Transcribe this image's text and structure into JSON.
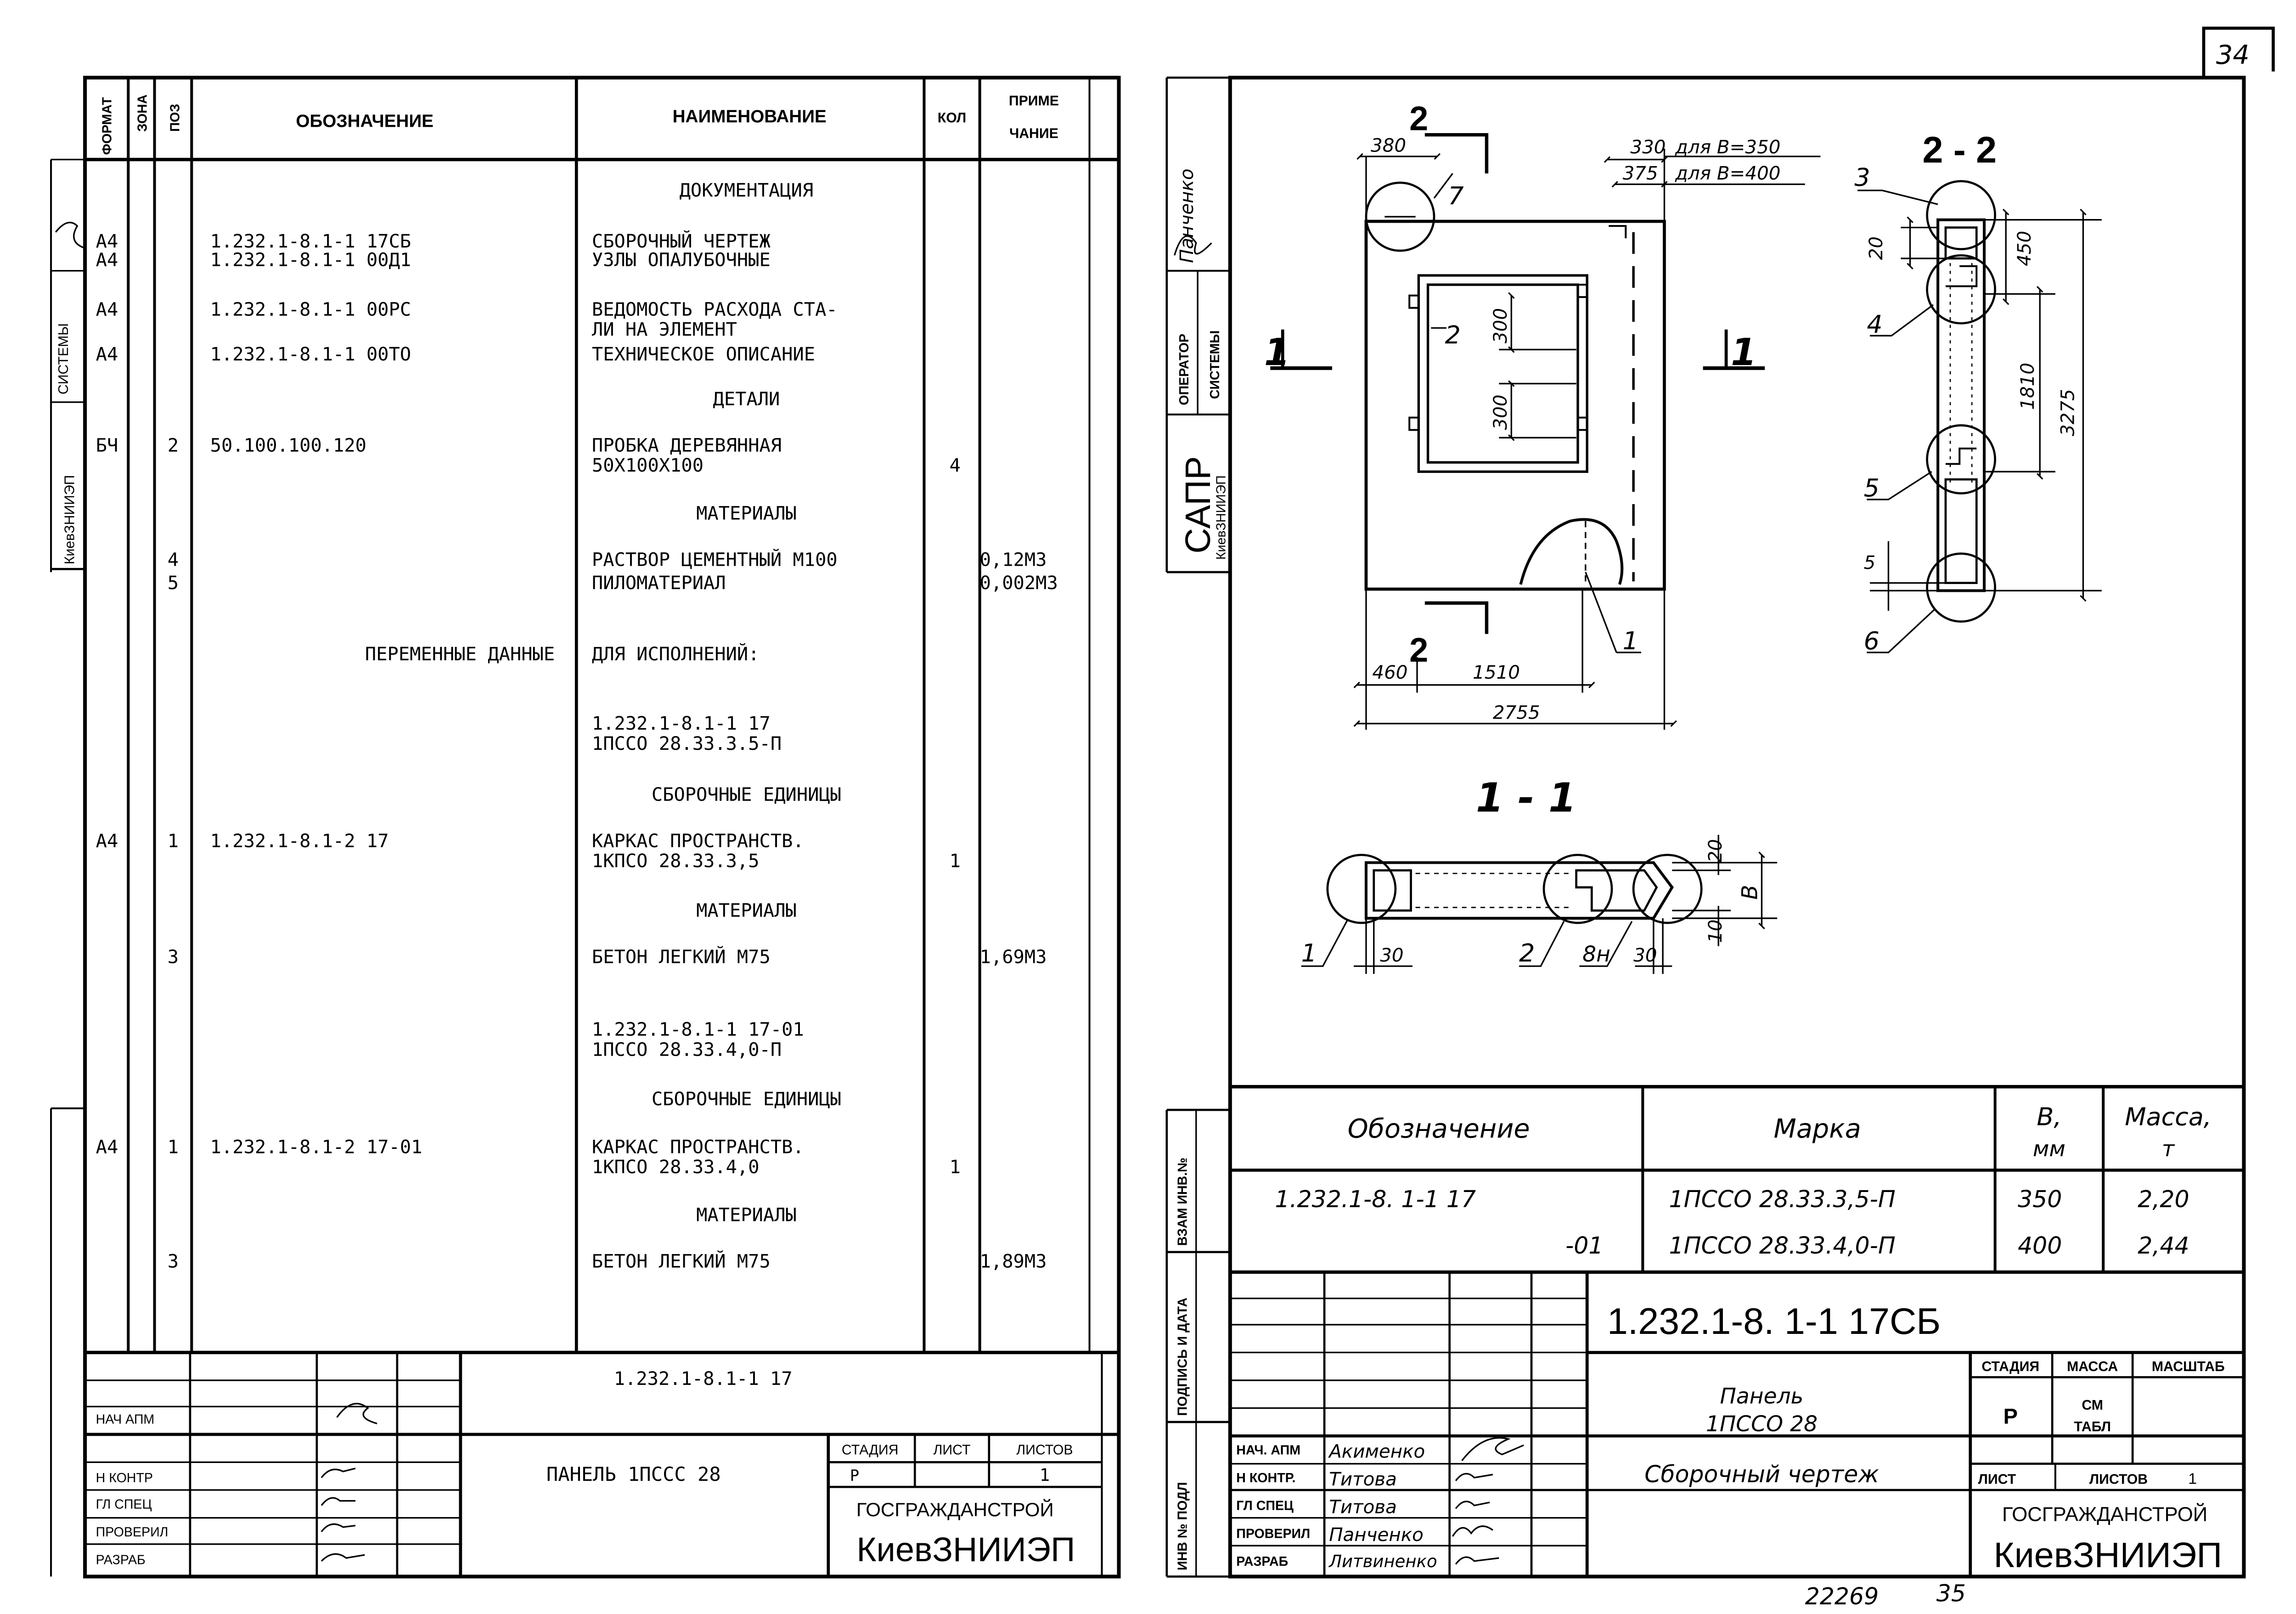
{
  "page_number": "34",
  "bottom_numbers": [
    "22269",
    "35"
  ],
  "left": {
    "headers": {
      "format": "ФОРМАТ",
      "zone": "ЗОНА",
      "pos": "ПОЗ",
      "designation": "ОБОЗНАЧЕНИЕ",
      "name": "НАИМЕНОВАНИЕ",
      "qty": "КОЛ",
      "note1": "ПРИМЕ",
      "note2": "ЧАНИЕ"
    },
    "side_labels": {
      "system": "СИСТЕМЫ",
      "org": "КиевЗНИИЭП"
    },
    "rows": [
      {
        "fmt": "",
        "pos": "",
        "des": "",
        "name": [
          "ДОКУМЕНТАЦИЯ"
        ],
        "qty": "",
        "note": "",
        "center": true
      },
      {
        "fmt": "А4",
        "pos": "",
        "des": "1.232.1-8.1-1 17СБ",
        "name": [
          "СБОРОЧНЫЙ ЧЕРТЕЖ"
        ],
        "qty": "",
        "note": ""
      },
      {
        "fmt": "А4",
        "pos": "",
        "des": "1.232.1-8.1-1 00Д1",
        "name": [
          "УЗЛЫ ОПАЛУБОЧНЫЕ"
        ],
        "qty": "",
        "note": ""
      },
      {
        "fmt": "А4",
        "pos": "",
        "des": "1.232.1-8.1-1 00РС",
        "name": [
          "ВЕДОМОСТЬ РАСХОДА СТА-",
          "ЛИ НА ЭЛЕМЕНТ"
        ],
        "qty": "",
        "note": ""
      },
      {
        "fmt": "А4",
        "pos": "",
        "des": "1.232.1-8.1-1 00ТО",
        "name": [
          "ТЕХНИЧЕСКОЕ ОПИСАНИЕ"
        ],
        "qty": "",
        "note": ""
      },
      {
        "fmt": "",
        "pos": "",
        "des": "",
        "name": [
          "ДЕТАЛИ"
        ],
        "qty": "",
        "note": "",
        "center": true
      },
      {
        "fmt": "БЧ",
        "pos": "2",
        "des": "50.100.100.120",
        "name": [
          "ПРОБКА ДЕРЕВЯННАЯ",
          " 50Х100Х100"
        ],
        "qty": "4",
        "note": ""
      },
      {
        "fmt": "",
        "pos": "",
        "des": "",
        "name": [
          "МАТЕРИАЛЫ"
        ],
        "qty": "",
        "note": "",
        "center": true
      },
      {
        "fmt": "",
        "pos": "4",
        "des": "",
        "name": [
          "РАСТВОР ЦЕМЕНТНЫЙ М100"
        ],
        "qty": "",
        "note": "0,12М3"
      },
      {
        "fmt": "",
        "pos": "5",
        "des": "",
        "name": [
          "ПИЛОМАТЕРИАЛ"
        ],
        "qty": "",
        "note": "0,002М3"
      },
      {
        "fmt": "",
        "pos": "",
        "des": "ПЕРЕМЕННЫЕ ДАННЫЕ",
        "name": [
          "ДЛЯ ИСПОЛНЕНИЙ:"
        ],
        "qty": "",
        "note": "",
        "desRight": true
      },
      {
        "fmt": "",
        "pos": "",
        "des": "",
        "name": [
          "1.232.1-8.1-1 17",
          " 1ПССО 28.33.3.5-П"
        ],
        "qty": "",
        "note": ""
      },
      {
        "fmt": "",
        "pos": "",
        "des": "",
        "name": [
          "СБОРОЧНЫЕ ЕДИНИЦЫ"
        ],
        "qty": "",
        "note": "",
        "center": true
      },
      {
        "fmt": "А4",
        "pos": "1",
        "des": "1.232.1-8.1-2 17",
        "name": [
          "КАРКАС ПРОСТРАНСТВ.",
          " 1КПСО 28.33.3,5"
        ],
        "qty": "1",
        "note": ""
      },
      {
        "fmt": "",
        "pos": "",
        "des": "",
        "name": [
          "МАТЕРИАЛЫ"
        ],
        "qty": "",
        "note": "",
        "center": true
      },
      {
        "fmt": "",
        "pos": "3",
        "des": "",
        "name": [
          "БЕТОН ЛЕГКИЙ М75"
        ],
        "qty": "",
        "note": "1,69М3"
      },
      {
        "fmt": "",
        "pos": "",
        "des": "",
        "name": [
          "1.232.1-8.1-1 17-01",
          " 1ПССО 28.33.4,0-П"
        ],
        "qty": "",
        "note": ""
      },
      {
        "fmt": "",
        "pos": "",
        "des": "",
        "name": [
          "СБОРОЧНЫЕ ЕДИНИЦЫ"
        ],
        "qty": "",
        "note": "",
        "center": true
      },
      {
        "fmt": "А4",
        "pos": "1",
        "des": "1.232.1-8.1-2 17-01",
        "name": [
          "КАРКАС ПРОСТРАНСТВ.",
          " 1КПСО 28.33.4,0"
        ],
        "qty": "1",
        "note": ""
      },
      {
        "fmt": "",
        "pos": "",
        "des": "",
        "name": [
          "МАТЕРИАЛЫ"
        ],
        "qty": "",
        "note": "",
        "center": true
      },
      {
        "fmt": "",
        "pos": "3",
        "des": "",
        "name": [
          "БЕТОН ЛЕГКИЙ М75"
        ],
        "qty": "",
        "note": "1,89М3"
      }
    ],
    "stamp": {
      "code": "1.232.1-8.1-1 17",
      "title": "ПАНЕЛЬ 1ПССС 28",
      "roles": [
        "НАЧ АПМ",
        "Н КОНТР",
        "ГЛ СПЕЦ",
        "ПРОВЕРИЛ",
        "РАЗРАБ"
      ],
      "stage_hdr": "СТАДИЯ",
      "sheet_hdr": "ЛИСТ",
      "sheets_hdr": "ЛИСТОВ",
      "stage": "Р",
      "sheets": "1",
      "org1": "ГОСГРАЖДАНСТРОЙ",
      "org2": "КиевЗНИИЭП"
    }
  },
  "right": {
    "side": {
      "name": "Панченко",
      "operator": "ОПЕРАТОР",
      "system": "СИСТЕМЫ",
      "sapr": "САПР",
      "org": "КиевЗНИИЭП",
      "f1": "ВЗАМ ИНВ.№",
      "f2": "ПОДПИСЬ И ДАТА",
      "f3": "ИНВ № ПОДЛ"
    },
    "drawing": {
      "sec2": "2",
      "sec1": "1",
      "sec1title": "1 - 1",
      "sec22title": "2 - 2",
      "d380": "380",
      "d330": "330",
      "note330": "для В=350",
      "d375": "375",
      "note375": "для В=400",
      "d300a": "300",
      "d300b": "300",
      "d460": "460",
      "d1510": "1510",
      "d2755": "2755",
      "d20a": "20",
      "d450": "450",
      "d1810": "1810",
      "d3275": "3275",
      "d5": "5",
      "d20b": "20",
      "dB": "В",
      "d10": "10",
      "d30a": "30",
      "d30b": "30",
      "c7": "7",
      "c2": "2",
      "c1": "1",
      "c3": "3",
      "c4": "4",
      "c5": "5",
      "c6": "6",
      "c8n": "8н"
    },
    "table": {
      "hdr": {
        "des": "Обозначение",
        "mark": "Марка",
        "b": "В,",
        "bu": "мм",
        "m": "Масса,",
        "mu": "т"
      },
      "rows": [
        {
          "des": "1.232.1-8.  1-1 17",
          "mark": "1ПССО 28.33.3,5-П",
          "b": "350",
          "m": "2,20"
        },
        {
          "des": "-01",
          "mark": "1ПССО 28.33.4,0-П",
          "b": "400",
          "m": "2,44"
        }
      ]
    },
    "stamp": {
      "code": "1.232.1-8. 1-1 17СБ",
      "title1": "Панель",
      "title2": "1ПССО 28",
      "title3": "Сборочный чертеж",
      "roles": [
        "НАЧ. АПМ",
        "Н КОНТР.",
        "ГЛ СПЕЦ",
        "ПРОВЕРИЛ",
        "РАЗРАБ"
      ],
      "people": [
        "Акименко",
        "Титова",
        "Титова",
        "Панченко",
        "Литвиненко"
      ],
      "stage_hdr": "СТАДИЯ",
      "mass_hdr": "МАССА",
      "scale_hdr": "МАСШТАБ",
      "stage": "Р",
      "mass": "СМ",
      "mass2": "ТАБЛ",
      "sheet_hdr": "ЛИСТ",
      "sheets_hdr": "ЛИСТОВ",
      "sheets": "1",
      "org1": "ГОСГРАЖДАНСТРОЙ",
      "org2": "КиевЗНИИЭП"
    }
  }
}
